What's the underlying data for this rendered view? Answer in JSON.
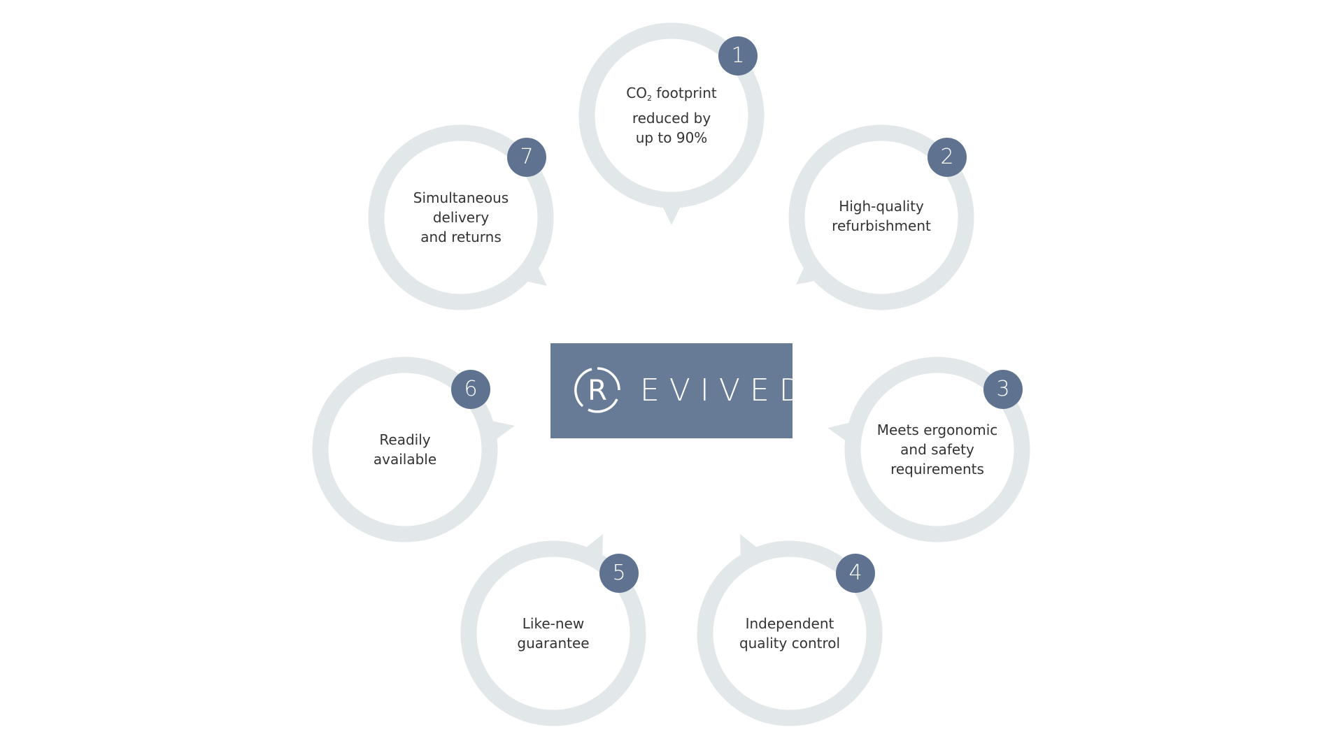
{
  "logo": {
    "brand": "REVIVED",
    "letter": "R",
    "rest": "EVIVED"
  },
  "colors": {
    "ring": "#e2e7ea",
    "badge": "#5f7391",
    "logo_bg": "#677a96",
    "text": "#333333"
  },
  "items": [
    {
      "number": "1",
      "lines": [
        "CO",
        "2",
        " footprint",
        "reduced by",
        "up to 90%"
      ]
    },
    {
      "number": "2",
      "lines": [
        "High-quality",
        "refurbishment"
      ]
    },
    {
      "number": "3",
      "lines": [
        "Meets ergonomic",
        "and safety",
        "requirements"
      ]
    },
    {
      "number": "4",
      "lines": [
        "Independent",
        "quality control"
      ]
    },
    {
      "number": "5",
      "lines": [
        "Like-new",
        "guarantee"
      ]
    },
    {
      "number": "6",
      "lines": [
        "Readily",
        "available"
      ]
    },
    {
      "number": "7",
      "lines": [
        "Simultaneous",
        "delivery",
        "and returns"
      ]
    }
  ]
}
